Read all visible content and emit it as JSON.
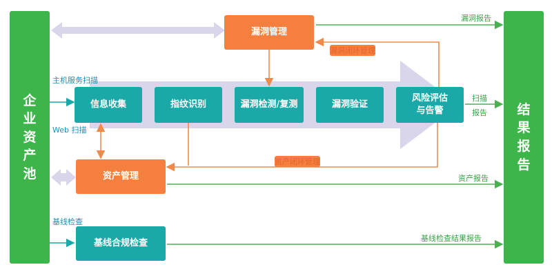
{
  "left_pool": {
    "chars": [
      "企",
      "业",
      "资",
      "产",
      "池"
    ]
  },
  "right_report": {
    "chars": [
      "结",
      "果",
      "报",
      "告"
    ]
  },
  "vuln_mgmt": {
    "label": "漏洞管理"
  },
  "asset_mgmt": {
    "label": "资产管理"
  },
  "baseline": {
    "label": "基线合规检查"
  },
  "pipeline": {
    "steps": [
      {
        "label": "信息收集"
      },
      {
        "label": "指纹识别"
      },
      {
        "label": "漏洞检测/复测"
      },
      {
        "label": "漏洞验证"
      },
      {
        "label": "风险评估\n与告警"
      }
    ]
  },
  "labels": {
    "host_scan": "主机服务扫描",
    "web_scan": "Web 扫描",
    "baseline_check": "基线检查",
    "vuln_report": "漏洞报告",
    "vuln_closed_loop": "漏洞闭环管理",
    "scan_report_1": "扫描",
    "scan_report_2": "报告",
    "asset_closed_loop": "资产闭环管理",
    "asset_report": "资产报告",
    "baseline_report": "基线检查结果报告"
  },
  "colors": {
    "teal": "#1aa9a8",
    "orange": "#f57f3e",
    "green": "#3db54a",
    "lavender": "#d9d5ea",
    "blue_label": "#1a8fb5"
  }
}
